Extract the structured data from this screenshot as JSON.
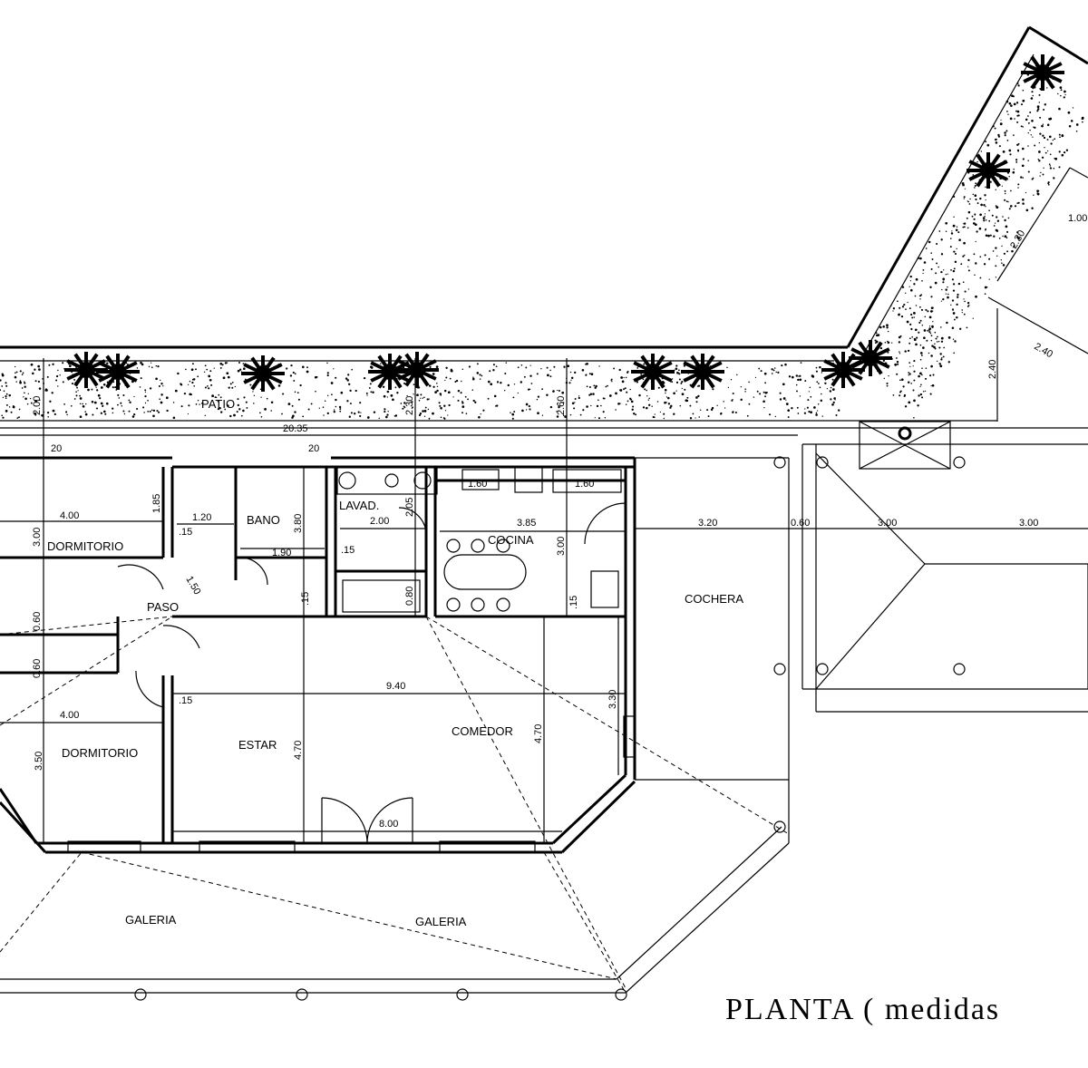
{
  "title": "PLANTA ( medidas",
  "rooms": {
    "patio": "PATIO",
    "dormitorio_top": "DORMITORIO",
    "dormitorio_bottom": "DORMITORIO",
    "bano": "BANO",
    "lavad": "LAVAD.",
    "cocina": "COCINA",
    "paso": "PASO",
    "estar": "ESTAR",
    "comedor": "COMEDOR",
    "cochera": "COCHERA",
    "galeria_left": "GALERIA",
    "galeria_right": "GALERIA"
  },
  "dims": {
    "d2035": "20.35",
    "d400a": "4.00",
    "d400b": "4.00",
    "d300a": "3.00",
    "d185": "1.85",
    "d120": "1.20",
    "d380": "3.80",
    "d190": "1.90",
    "d200": "2.00",
    "d205": "2.05",
    "d385": "3.85",
    "d300b": "3.00",
    "d160a": "1.60",
    "d160b": "1.60",
    "d320": "3.20",
    "d060a": "0.60",
    "d300c": "3.00",
    "d300d": "3.00",
    "d940": "9.40",
    "d470a": "4.70",
    "d470b": "4.70",
    "d330": "3.30",
    "d350": "3.50",
    "d800": "8.00",
    "d150": "1.50",
    "d060b": "0.60",
    "d060c": "0.60",
    "d080": "0.80",
    "d240a": "2.40",
    "d240b": "2.40",
    "d230": "2.30",
    "d100": "1.00",
    "d200p": "2.00",
    "d230p": "2.30",
    "d260p": "2.60",
    "d20a": "20",
    "d20b": "20",
    "d15a": ".15",
    "d15b": ".15",
    "d15c": ".15",
    "d15d": ".15",
    "d15e": ".15"
  }
}
